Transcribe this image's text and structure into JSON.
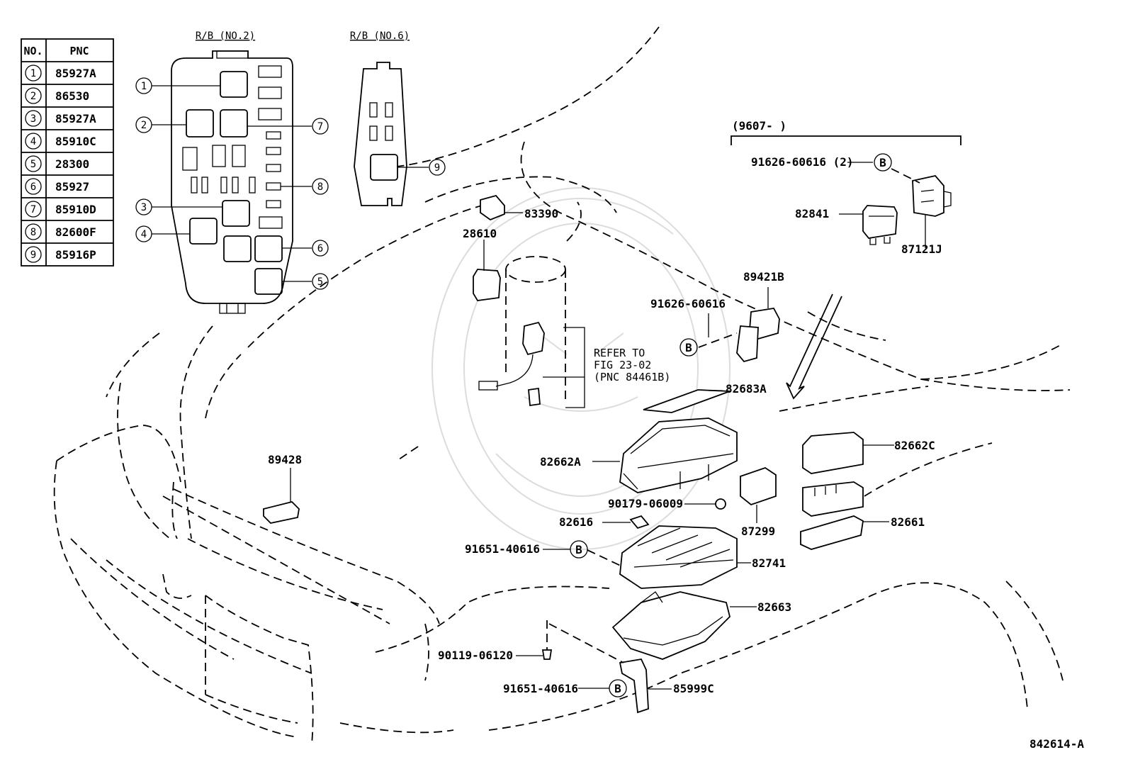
{
  "pnc_table": {
    "headers": [
      "NO.",
      "PNC"
    ],
    "rows": [
      {
        "no": "1",
        "pnc": "85927A"
      },
      {
        "no": "2",
        "pnc": "86530"
      },
      {
        "no": "3",
        "pnc": "85927A"
      },
      {
        "no": "4",
        "pnc": "85910C"
      },
      {
        "no": "5",
        "pnc": "28300"
      },
      {
        "no": "6",
        "pnc": "85927"
      },
      {
        "no": "7",
        "pnc": "85910D"
      },
      {
        "no": "8",
        "pnc": "82600F"
      },
      {
        "no": "9",
        "pnc": "85916P"
      }
    ]
  },
  "relay_blocks": {
    "rb2_title": "R/B (NO.2)",
    "rb6_title": "R/B (NO.6)",
    "rb2_callouts": [
      "1",
      "2",
      "3",
      "4",
      "5",
      "6",
      "7",
      "8"
    ],
    "rb6_callouts": [
      "9"
    ]
  },
  "date_range": "(9607-      )",
  "callout_b": "B",
  "part_labels": {
    "p91626_60616_2": "91626-60616 (2)",
    "p82841": "82841",
    "p87121J": "87121J",
    "p83390": "83390",
    "p28610": "28610",
    "p89421B": "89421B",
    "p91626_60616": "91626-60616",
    "p82683A": "82683A",
    "p82662A": "82662A",
    "p82662C": "82662C",
    "p89428": "89428",
    "p90179_06009": "90179-06009",
    "p87299": "87299",
    "p82616": "82616",
    "p82661": "82661",
    "p91651_40616_a": "91651-40616",
    "p82741": "82741",
    "p82663": "82663",
    "p90119_06120": "90119-06120",
    "p91651_40616_b": "91651-40616",
    "p85999C": "85999C"
  },
  "refer_note": [
    "REFER TO",
    "FIG 23-02",
    "(PNC 84461B)"
  ],
  "figure_id": "842614-A"
}
